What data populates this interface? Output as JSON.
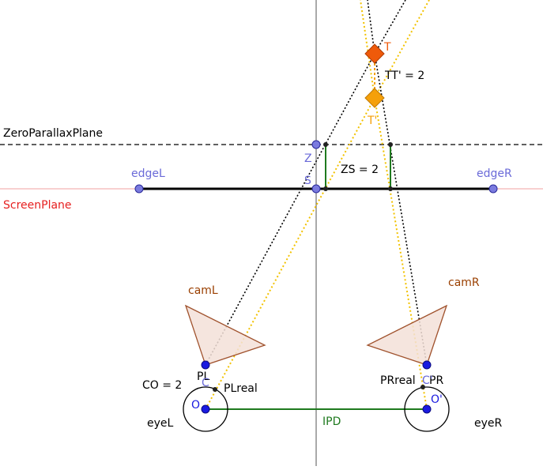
{
  "labels": {
    "zero_parallax_plane": "ZeroParallaxPlane",
    "screen_plane": "ScreenPlane",
    "edge_l": "edgeL",
    "edge_r": "edgeR",
    "z": "Z",
    "s": "S",
    "zs": "ZS = 2",
    "t": "T",
    "t_prime": "T'",
    "tt_prime": "TT' = 2",
    "cam_l": "camL",
    "cam_r": "camR",
    "pl": "PL",
    "c_l": "C",
    "pl_real": "PLreal",
    "co": "CO = 2",
    "o": "O",
    "eye_l": "eyeL",
    "ipd": "IPD",
    "pr_real": "PRreal",
    "pr": "PR",
    "c_r": "C'",
    "o_prime": "O'",
    "eye_r": "eyeR"
  },
  "colors": {
    "point_blue": "#7b7bdf",
    "point_dark": "#1a1ae0",
    "target_red": "#ef5a0a",
    "target_orange": "#f5a00a",
    "ray_yellow": "#f2c200",
    "screen_red": "#e62020",
    "label_brown": "#9a3f00",
    "segment_green": "#1f7a1f",
    "camera_fill": "#f3e1d8",
    "camera_stroke": "#a0522d"
  }
}
